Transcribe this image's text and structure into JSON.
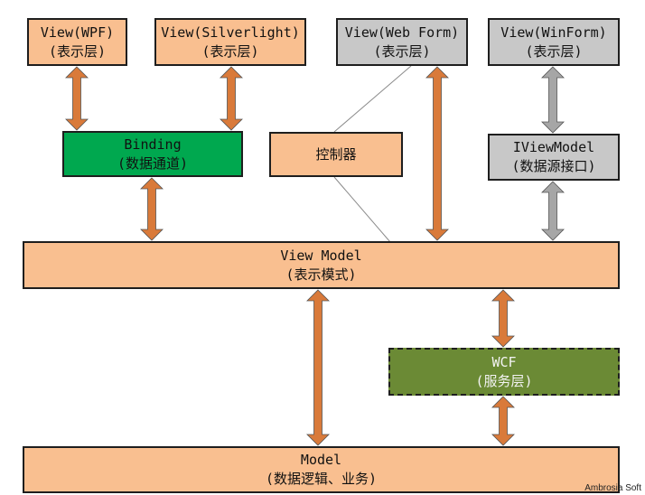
{
  "boxes": {
    "view_wpf": {
      "line1": "View(WPF)",
      "line2": "(表示层)"
    },
    "view_silverlight": {
      "line1": "View(Silverlight)",
      "line2": "(表示层)"
    },
    "view_webform": {
      "line1": "View(Web Form)",
      "line2": "(表示层)"
    },
    "view_winform": {
      "line1": "View(WinForm)",
      "line2": "(表示层)"
    },
    "binding": {
      "line1": "Binding",
      "line2": "(数据通道)"
    },
    "controller": {
      "line1": "控制器"
    },
    "iviewmodel": {
      "line1": "IViewModel",
      "line2": "(数据源接口)"
    },
    "viewmodel": {
      "line1": "View Model",
      "line2": "(表示模式)"
    },
    "wcf": {
      "line1": "WCF",
      "line2": "(服务层)"
    },
    "model": {
      "line1": "Model",
      "line2": "(数据逻辑、业务)"
    }
  },
  "watermark": "Ambrosia Soft",
  "colors": {
    "orange_fill": "#f9bf90",
    "gray_fill": "#c8c8c8",
    "green_fill": "#00a84f",
    "olive_fill": "#6b8a35",
    "orange_arrow": "#d97a3a",
    "gray_arrow": "#a6a6a6"
  }
}
